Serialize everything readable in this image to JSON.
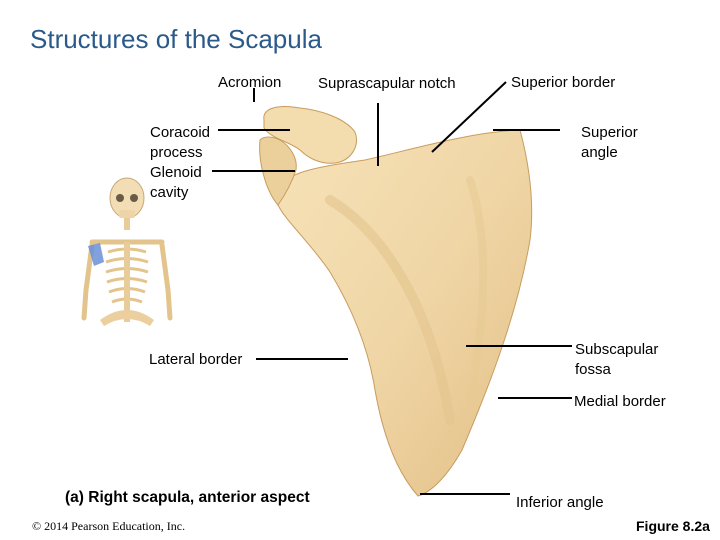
{
  "title": "Structures of the Scapula",
  "labels": {
    "acromion": "Acromion",
    "suprascapular_notch": "Suprascapular notch",
    "superior_border": "Superior border",
    "coracoid_process_1": "Coracoid",
    "coracoid_process_2": "process",
    "glenoid_cavity_1": "Glenoid",
    "glenoid_cavity_2": "cavity",
    "superior_angle_1": "Superior",
    "superior_angle_2": "angle",
    "lateral_border": "Lateral border",
    "subscapular_fossa_1": "Subscapular",
    "subscapular_fossa_2": "fossa",
    "medial_border": "Medial border",
    "inferior_angle": "Inferior angle"
  },
  "caption": "(a) Right scapula, anterior aspect",
  "copyright": "© 2014 Pearson Education, Inc.",
  "figure": "Figure 8.2a",
  "colors": {
    "title": "#2a5a8a",
    "bone": "#f0d6a6",
    "bone_shadow": "#dcb57a",
    "highlight": "#6a8fd8"
  }
}
